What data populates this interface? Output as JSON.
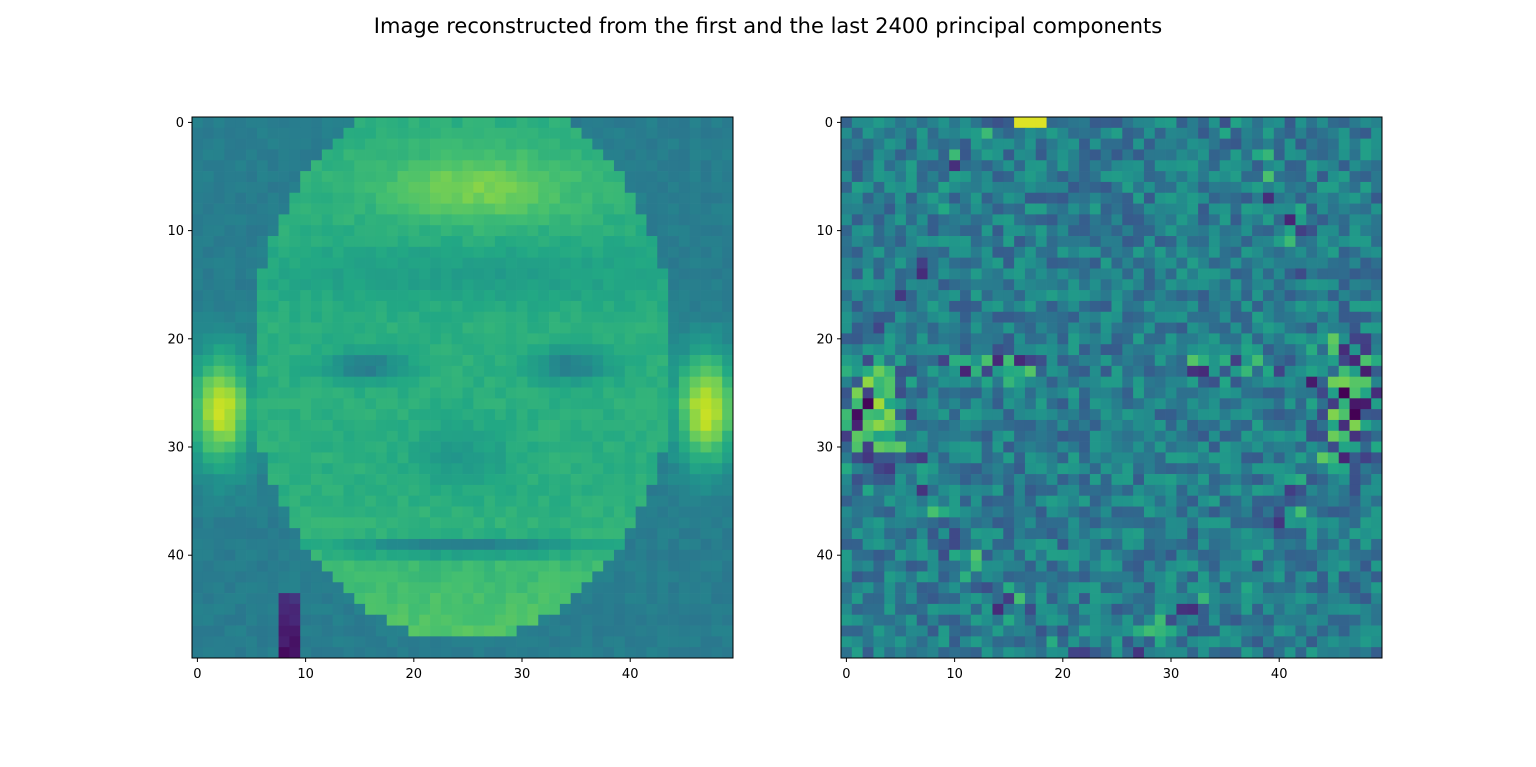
{
  "figure_title": "Image reconstructed from the first and the last 2400 principal components",
  "chart_data": [
    {
      "type": "heatmap",
      "title": "",
      "xlabel": "",
      "ylabel": "",
      "grid": false,
      "colormap": "viridis",
      "image_shape": [
        50,
        50
      ],
      "xlim": [
        -0.5,
        49.5
      ],
      "ylim": [
        49.5,
        -0.5
      ],
      "x_ticks": [
        0,
        10,
        20,
        30,
        40
      ],
      "y_ticks": [
        0,
        10,
        20,
        30,
        40
      ],
      "description": "Low-frequency reconstruction of a frontal face: bright forehead band, dark eyes around row 22-23, bright ears at columns 0-4 and 45-49 (rows 21-31), mouth dark line near row 39, dark hair corners",
      "value_range": [
        0,
        1
      ]
    },
    {
      "type": "heatmap",
      "title": "",
      "xlabel": "",
      "ylabel": "",
      "grid": false,
      "colormap": "viridis",
      "image_shape": [
        50,
        50
      ],
      "xlim": [
        -0.5,
        49.5
      ],
      "ylim": [
        49.5,
        -0.5
      ],
      "x_ticks": [
        0,
        10,
        20,
        30,
        40
      ],
      "y_ticks": [
        0,
        10,
        20,
        30,
        40
      ],
      "description": "High-frequency residual: mostly mid-teal noise with edge detail at the eyes, ear outlines and face contour",
      "value_range": [
        0,
        1
      ]
    }
  ]
}
